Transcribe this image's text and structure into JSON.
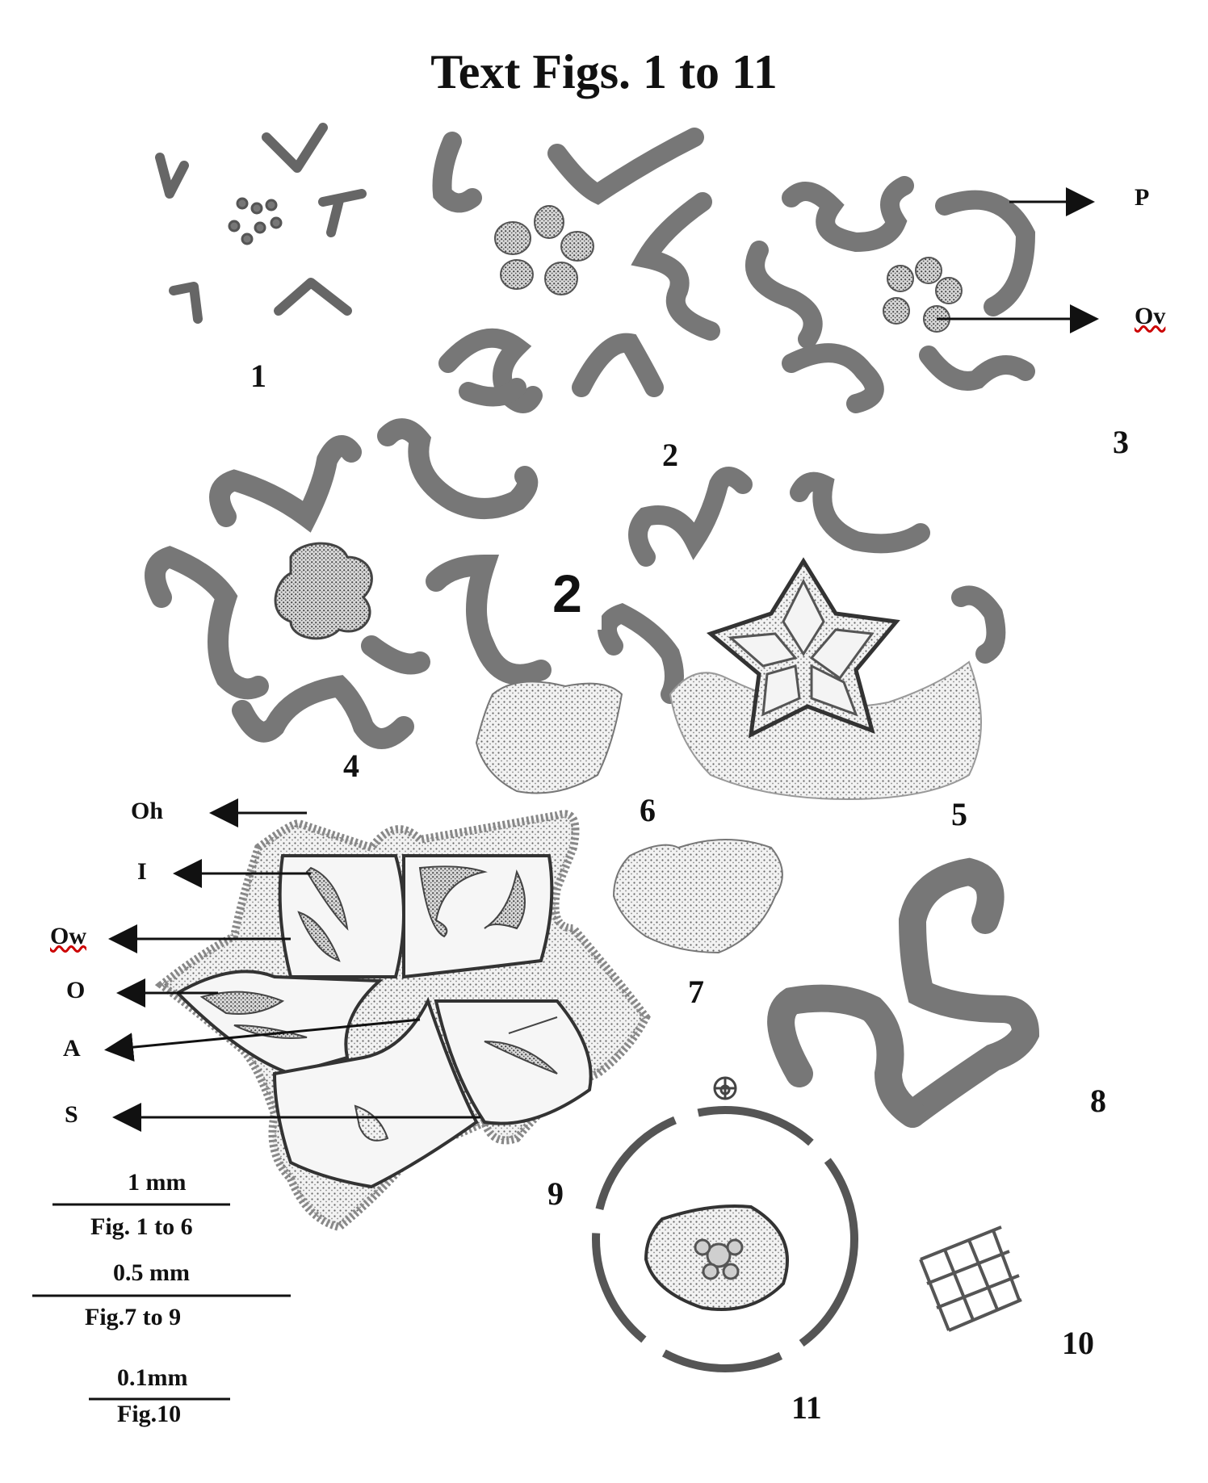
{
  "title": "Text Figs. 1 to 11",
  "figure_numbers": [
    "1",
    "2",
    "3",
    "4",
    "5",
    "6",
    "7",
    "8",
    "9",
    "10",
    "11"
  ],
  "inset_label": "2",
  "labels": {
    "P": "P",
    "Ov": "Ov",
    "Oh": "Oh",
    "I": "I",
    "Ow": "Ow",
    "O": "O",
    "A": "A",
    "S": "S"
  },
  "scale_bars": [
    {
      "value": "1 mm",
      "caption": "Fig. 1 to 6"
    },
    {
      "value": "0.5 mm",
      "caption": "Fig.7 to 9"
    },
    {
      "value": "0.1mm",
      "caption": "Fig.10"
    }
  ]
}
